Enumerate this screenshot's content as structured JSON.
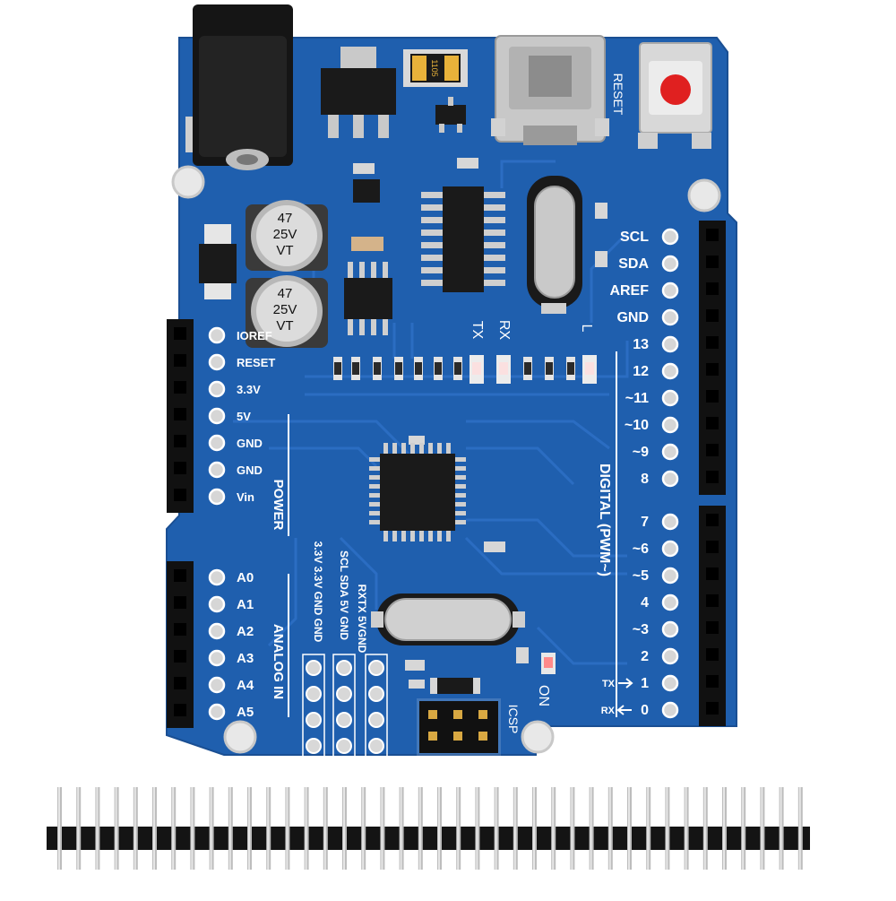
{
  "board": {
    "reset_silk": "RESET",
    "cap_1": [
      "47",
      "25V",
      "VT"
    ],
    "cap_2": [
      "47",
      "25V",
      "VT"
    ],
    "fuse_code": "1105",
    "led_labels": {
      "tx": "TX",
      "rx": "RX",
      "l": "L",
      "on": "ON"
    },
    "power_header": {
      "title": "POWER",
      "pins": [
        "IOREF",
        "RESET",
        "3.3V",
        "5V",
        "GND",
        "GND",
        "Vin"
      ]
    },
    "analog_header": {
      "title": "ANALOG IN",
      "pins": [
        "A0",
        "A1",
        "A2",
        "A3",
        "A4",
        "A5"
      ]
    },
    "digital_upper": {
      "pins": [
        "SCL",
        "SDA",
        "AREF",
        "GND",
        "13",
        "12",
        "~11",
        "~10",
        "~9",
        "8"
      ]
    },
    "digital_lower": {
      "pins": [
        "7",
        "~6",
        "~5",
        "4",
        "~3",
        "2",
        "1",
        "0"
      ],
      "tx_prefix": "TX",
      "rx_prefix": "RX"
    },
    "digital_title": "DIGITAL (PWM~)",
    "ext_header_labels": [
      "RXTX 5VGND",
      "SCL SDA 5V GND",
      "3.3V 3.3V GND GND"
    ],
    "icsp_label": "ICSP"
  },
  "colors": {
    "pcb": "#1f5fae",
    "pcb_trace": "#2a6cc0",
    "silkscreen": "#ffffff",
    "header_black": "#111111",
    "reset_button": "#e02020"
  }
}
